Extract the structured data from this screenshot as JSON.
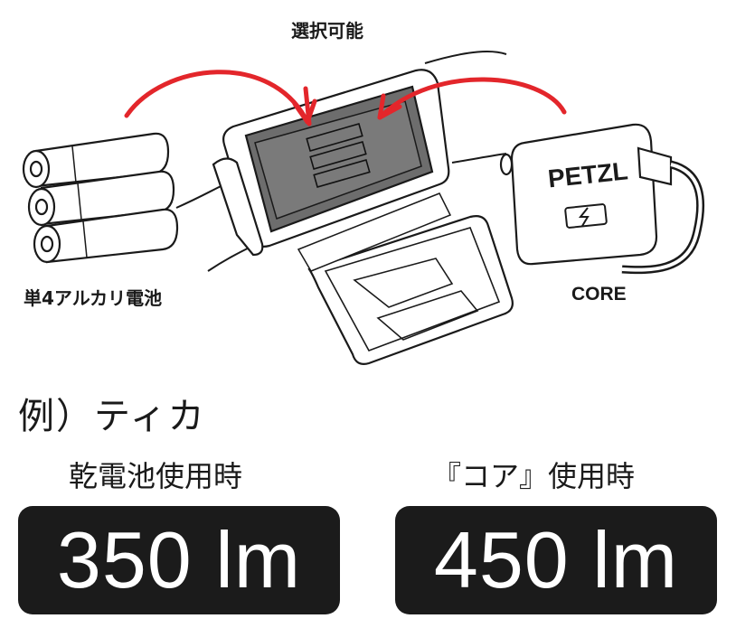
{
  "labels": {
    "selectable": "選択可能",
    "aa_batteries": "単4アルカリ電池",
    "core": "CORE",
    "brand": "PETZL"
  },
  "example_title": "例）ティカ",
  "modes": [
    {
      "label": "乾電池使用時",
      "lumens": "350 lm"
    },
    {
      "label": "『コア』使用時",
      "lumens": "450 lm"
    }
  ],
  "colors": {
    "arrow": "#e3262b",
    "box": "#1b1b1b",
    "ink": "#1a1a1a"
  },
  "icons": [
    "aa-battery-icon",
    "headlamp-battery-compartment-icon",
    "core-battery-pack-icon",
    "charging-bolt-icon"
  ]
}
